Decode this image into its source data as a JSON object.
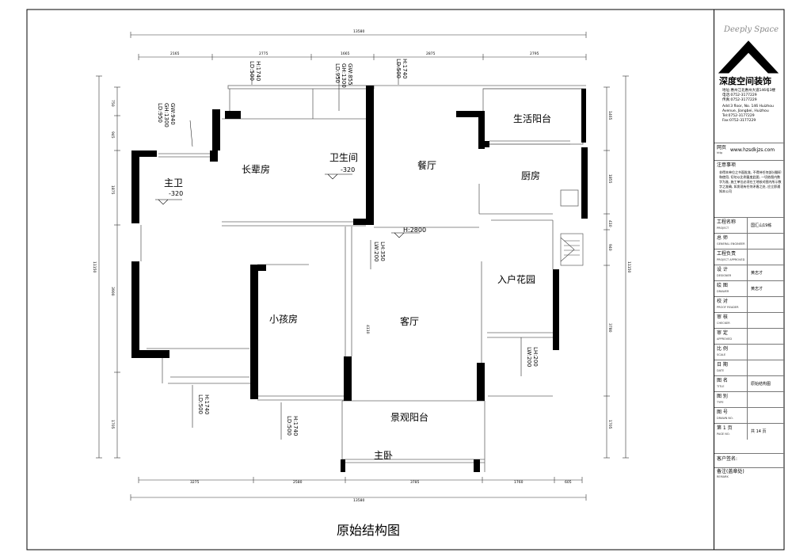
{
  "plan": {
    "title": "原始结构图",
    "overall_width": "13580",
    "overall_height": "11150",
    "rooms": {
      "master_bath": "主卫",
      "elder_room": "长辈房",
      "bathroom": "卫生间",
      "dining": "餐厅",
      "utility_balcony": "生活阳台",
      "kitchen": "厨房",
      "entry_garden": "入户花园",
      "child_room": "小孩房",
      "living": "客厅",
      "landscape_balcony": "景观阳台",
      "master_bedroom": "主卧"
    },
    "levels": {
      "master_bath": "-320",
      "bathroom": "-320"
    },
    "annotations": {
      "ceiling_height": "H:2800",
      "window_bath": [
        "GW:940",
        "GH:1300",
        "LD:950"
      ],
      "window_elder": [
        "H:1740",
        "LD:500"
      ],
      "window_wc": [
        "GW:855",
        "GH:1300",
        "LD:950"
      ],
      "window_dining": [
        "H:1740",
        "LD:500"
      ],
      "beam_living": [
        "LH:350",
        "LW:200"
      ],
      "beam_entry": [
        "LH:200",
        "LW:200"
      ],
      "window_bottom_left": [
        "H:1740",
        "LD:500"
      ],
      "window_child": [
        "H:1740",
        "LD:500"
      ],
      "small_4110": "4110"
    },
    "dims_top": [
      "2165",
      "2775",
      "1665",
      "2875",
      "2795"
    ],
    "dims_bottom": [
      "3275",
      "2580",
      "3785",
      "1760",
      "605"
    ],
    "dims_left": [
      "750",
      "945",
      "1875",
      "3900",
      "1705"
    ],
    "dims_right": [
      "1465",
      "1855",
      "410",
      "940",
      "3780",
      "1705"
    ]
  },
  "titleblock": {
    "logo_text": "Deeply Space",
    "company": "深度空间装饰",
    "address_cn": "地址:惠州江北惠州大道146号3楼",
    "tel": "电话:0752-3177229",
    "fax": "传真:0752-3177229",
    "address_en": "Add:3 floor, No. 146 Huizhou Avenue, Jiangbei, Huizhou",
    "tel_en": "Tel:0752-3177229",
    "fax_en": "Fax:0752-3177229",
    "web_label": "网页",
    "web_sub": "http",
    "web": "www.hzsdkjzs.com",
    "notes_label": "注意事项",
    "notes": "非得本单位之书面批准, 不得持任何部分翻印和使用, 切勿以比例量度此图, 一切依图内数字为准, 施工单位必须在工地核对图内所示数字之准确, 如发现有任何矛盾之处, 应立即通知本公司",
    "rows": [
      {
        "cn": "工程名称",
        "en": "PROJECT",
        "value": "国汇山19栋"
      },
      {
        "cn": "总 师",
        "en": "GENERAL ENGINEER",
        "value": ""
      },
      {
        "cn": "工程负责",
        "en": "PROJECT APPROVED",
        "value": ""
      },
      {
        "cn": "设 计",
        "en": "DESIGNER",
        "value": "黄志才"
      },
      {
        "cn": "绘 图",
        "en": "DRAWER",
        "value": "黄志才"
      },
      {
        "cn": "校 对",
        "en": "PROOF READER",
        "value": ""
      },
      {
        "cn": "审 核",
        "en": "CHECKER",
        "value": ""
      },
      {
        "cn": "审 定",
        "en": "APPROVED",
        "value": ""
      },
      {
        "cn": "比 例",
        "en": "SCALE",
        "value": ""
      },
      {
        "cn": "日 期",
        "en": "DATE",
        "value": ""
      },
      {
        "cn": "图 名",
        "en": "TITLE",
        "value": "原始结构图"
      },
      {
        "cn": "图 别",
        "en": "TYPE",
        "value": ""
      },
      {
        "cn": "图 号",
        "en": "DRAWN NO.",
        "value": ""
      },
      {
        "cn": "第 1 页",
        "en": "PAGE NO.",
        "value": "共 14 页"
      }
    ],
    "client_sign": "客户签名:",
    "remarks": "备注(盖章处)",
    "remarks_en": "REMARK"
  }
}
